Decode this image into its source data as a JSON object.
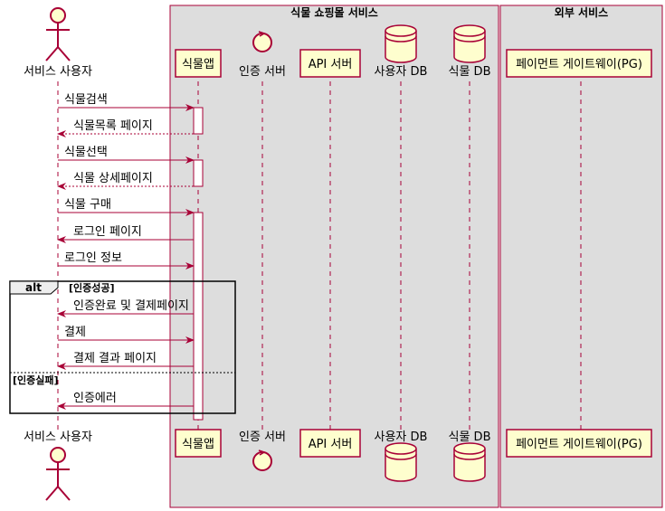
{
  "boxes": [
    {
      "title": "식물 쇼핑몰 서비스"
    },
    {
      "title": "외부 서비스"
    }
  ],
  "participants": {
    "user": "서비스 사용자",
    "app": "식물앱",
    "auth": "인증 서버",
    "api": "API 서버",
    "userdb": "사용자 DB",
    "plantdb": "식물 DB",
    "pg": "페이먼트 게이트웨이(PG)"
  },
  "messages": [
    "식물검색",
    "식물목록 페이지",
    "식물선택",
    "식물 상세페이지",
    "식물 구매",
    "로그인 페이지",
    "로그인 정보",
    "인증완료 및 결제페이지",
    "결제",
    "결제 결과 페이지",
    "인증에러"
  ],
  "alt": {
    "keyword": "alt",
    "guard1": "[인증성공]",
    "guard2": "[인증실패]"
  },
  "colors": {
    "line": "#A80036",
    "fill": "#FEFECE",
    "box": "#DDDDDD",
    "lifeline": "#A80036"
  }
}
